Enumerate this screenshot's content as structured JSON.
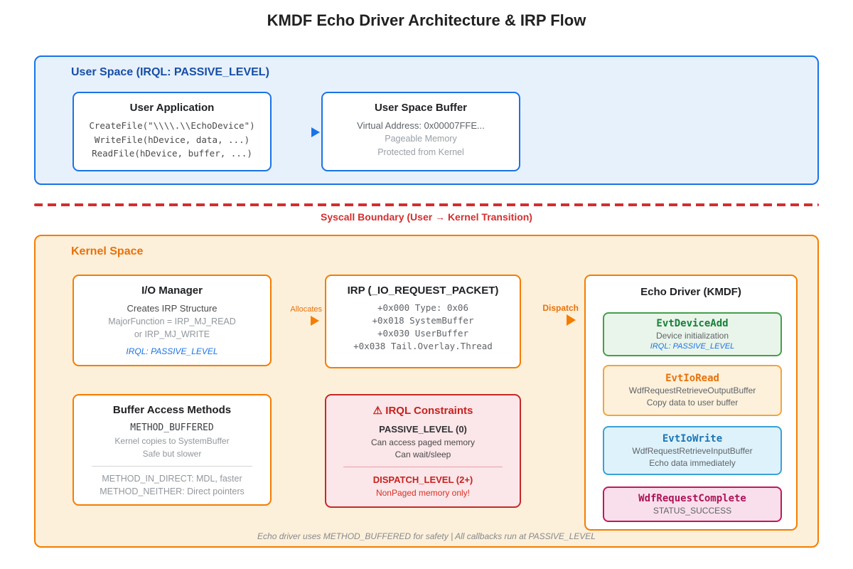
{
  "title": "KMDF Echo Driver Architecture & IRP Flow",
  "colors": {
    "blue_accent": "#1a73e8",
    "blue_label": "#174ea6",
    "orange_accent": "#f57c00",
    "orange_label": "#e8710a",
    "red_accent": "#d32f2f",
    "green_accent": "#43a047",
    "pink_accent": "#c2185b"
  },
  "user_space": {
    "label": "User Space (IRQL: PASSIVE_LEVEL)",
    "user_app": {
      "title": "User Application",
      "lines": [
        "CreateFile(\"\\\\\\\\.\\\\EchoDevice\")",
        "WriteFile(hDevice, data, ...)",
        "ReadFile(hDevice, buffer, ...)"
      ]
    },
    "user_buffer": {
      "title": "User Space Buffer",
      "line1": "Virtual Address: 0x00007FFE...",
      "line2": "Pageable Memory",
      "line3": "Protected from Kernel"
    }
  },
  "syscall_boundary": {
    "label": "Syscall Boundary (User → Kernel Transition)"
  },
  "kernel_space": {
    "label": "Kernel Space",
    "io_manager": {
      "title": "I/O Manager",
      "line1": "Creates IRP Structure",
      "line2": "MajorFunction = IRP_MJ_READ",
      "line3": "or IRP_MJ_WRITE",
      "irql": "IRQL: PASSIVE_LEVEL"
    },
    "allocates_label": "Allocates",
    "irp": {
      "title": "IRP (_IO_REQUEST_PACKET)",
      "lines": [
        "+0x000 Type: 0x06",
        "+0x018 SystemBuffer",
        "+0x030 UserBuffer",
        "+0x038 Tail.Overlay.Thread"
      ]
    },
    "dispatch_label": "Dispatch",
    "echo_driver": {
      "title": "Echo Driver (KMDF)",
      "callbacks": [
        {
          "name": "EvtDeviceAdd",
          "line1": "Device initialization",
          "irql": "IRQL: PASSIVE_LEVEL"
        },
        {
          "name": "EvtIoRead",
          "line1": "WdfRequestRetrieveOutputBuffer",
          "line2": "Copy data to user buffer"
        },
        {
          "name": "EvtIoWrite",
          "line1": "WdfRequestRetrieveInputBuffer",
          "line2": "Echo data immediately"
        },
        {
          "name": "WdfRequestComplete",
          "line1": "STATUS_SUCCESS"
        }
      ]
    },
    "buffer_methods": {
      "title": "Buffer Access Methods",
      "method": "METHOD_BUFFERED",
      "line1": "Kernel copies to SystemBuffer",
      "line2": "Safe but slower",
      "alt1": "METHOD_IN_DIRECT: MDL, faster",
      "alt2": "METHOD_NEITHER: Direct pointers"
    },
    "irql_constraints": {
      "title": "⚠ IRQL Constraints",
      "passive_title": "PASSIVE_LEVEL (0)",
      "passive_line1": "Can access paged memory",
      "passive_line2": "Can wait/sleep",
      "dispatch_title": "DISPATCH_LEVEL (2+)",
      "dispatch_line1": "NonPaged memory only!"
    },
    "footer": "Echo driver uses METHOD_BUFFERED for safety | All callbacks run at PASSIVE_LEVEL"
  }
}
